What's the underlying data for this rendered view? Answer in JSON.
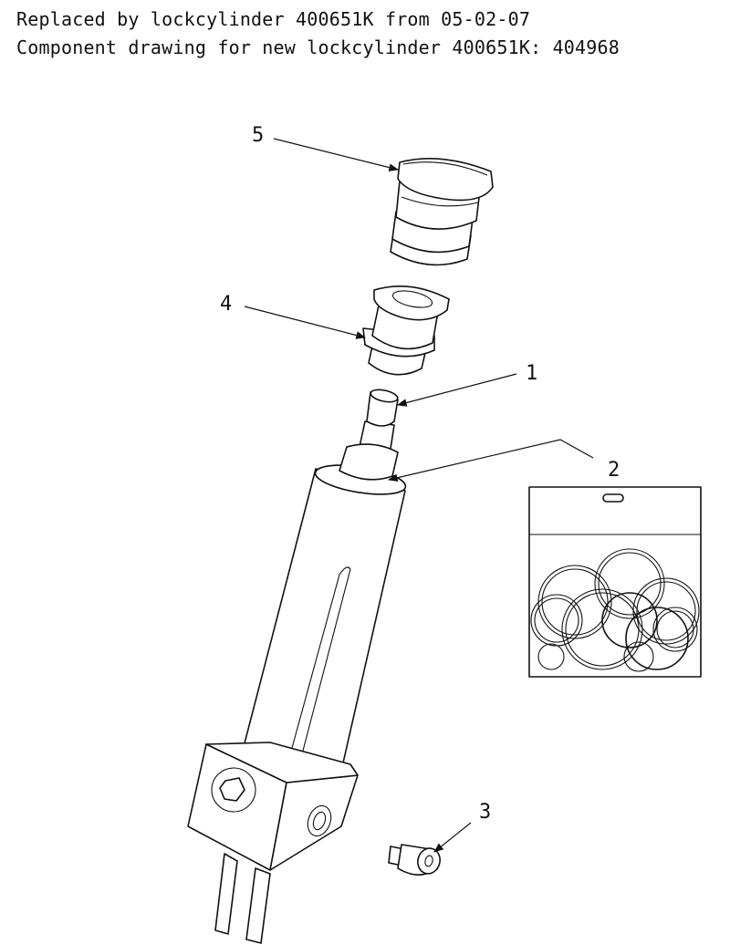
{
  "header": {
    "line1": "Replaced by lockcylinder 400651K from 05-02-07",
    "line2": "Component drawing for new lockcylinder 400651K: 404968"
  },
  "callouts": {
    "c1": "1",
    "c2": "2",
    "c3": "3",
    "c4": "4",
    "c5": "5"
  }
}
